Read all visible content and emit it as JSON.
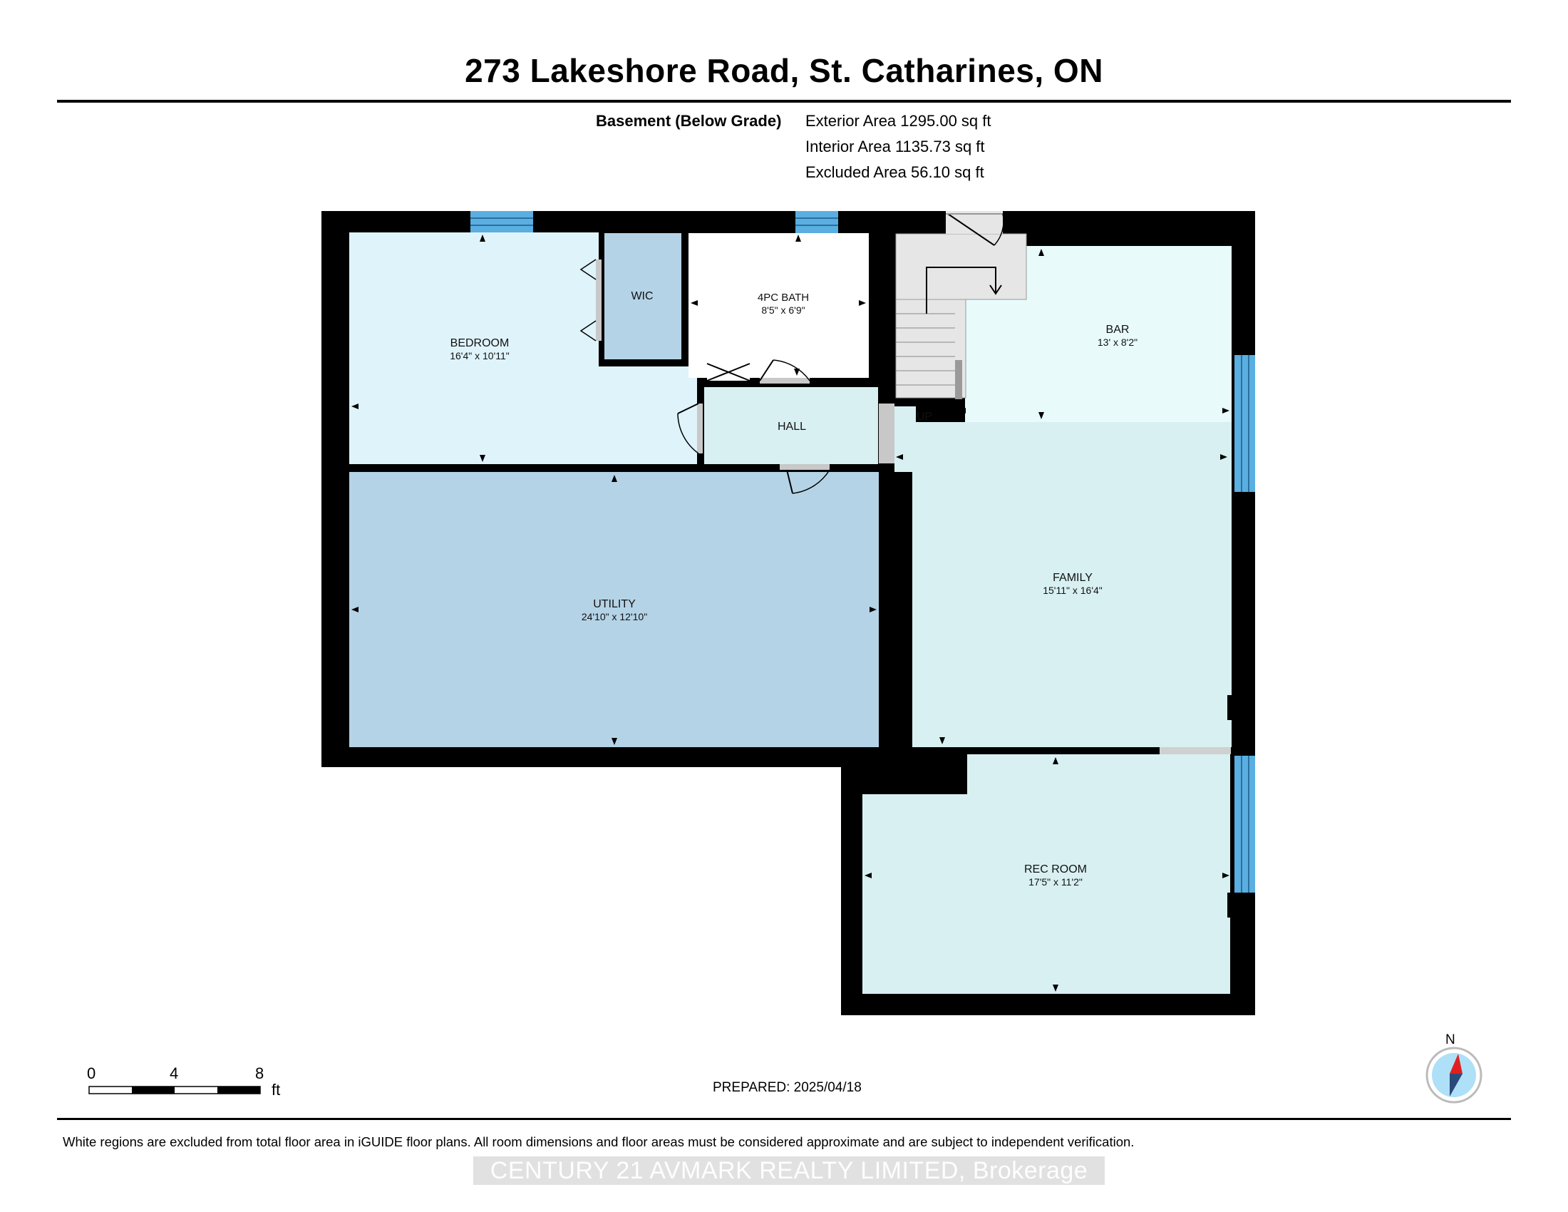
{
  "title": "273 Lakeshore Road, St. Catharines, ON",
  "level": {
    "name": "Basement (Below Grade)",
    "exterior_area": "Exterior Area 1295.00 sq ft",
    "interior_area": "Interior Area 1135.73 sq ft",
    "excluded_area": "Excluded Area 56.10 sq ft"
  },
  "rooms": {
    "bedroom": {
      "name": "BEDROOM",
      "dims": "16'4\" x 10'11\""
    },
    "wic": {
      "name": "WIC"
    },
    "bath": {
      "name": "4PC BATH",
      "dims": "8'5\" x 6'9\""
    },
    "bar": {
      "name": "BAR",
      "dims": "13' x 8'2\""
    },
    "hall": {
      "name": "HALL"
    },
    "stairs": {
      "name": "UP"
    },
    "utility": {
      "name": "UTILITY",
      "dims": "24'10\" x 12'10\""
    },
    "family": {
      "name": "FAMILY",
      "dims": "15'11\" x 16'4\""
    },
    "rec_room": {
      "name": "REC ROOM",
      "dims": "17'5\" x 11'2\""
    }
  },
  "scale": {
    "labels": [
      "0",
      "4",
      "8"
    ],
    "unit": "ft"
  },
  "prepared": "PREPARED: 2025/04/18",
  "compass_label": "N",
  "disclaimer": "White regions are excluded from total floor area in iGUIDE floor plans. All room dimensions and floor areas must be considered approximate and are subject to independent verification.",
  "watermark": "CENTURY 21 AVMARK REALTY LIMITED, Brokerage",
  "colors": {
    "wall": "#000000",
    "bedroom": "#dff3fb",
    "wic": "#b5d3e6",
    "utility": "#b5d3e6",
    "family": "#d8f0f2",
    "bar": "#e8fafa",
    "hall": "#d8f0f2",
    "bath": "#ffffff",
    "window": "#5aaee0",
    "stairs": "#e6e6e6"
  }
}
